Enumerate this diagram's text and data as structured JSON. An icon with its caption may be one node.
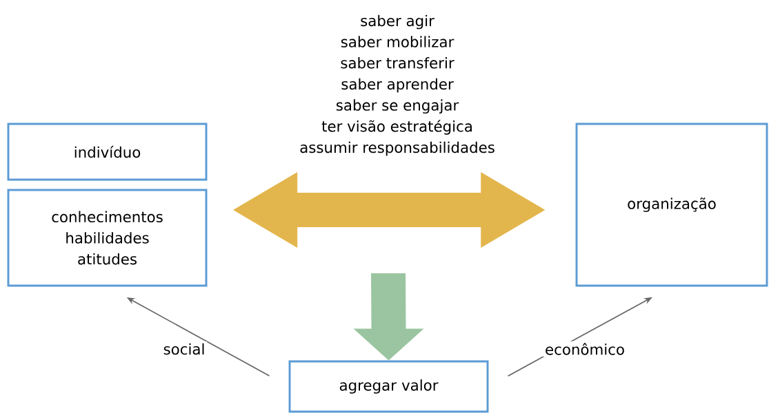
{
  "diagram": {
    "nodes": [
      {
        "text": [
          "indivíduo"
        ]
      },
      {
        "text": [
          "conhecimentos habilidades atitudes"
        ]
      },
      {
        "text": [
          "organização"
        ]
      },
      {
        "text": [
          "agregar valor"
        ]
      }
    ],
    "edges": [
      {
        "from": 1,
        "to": 2,
        "arrow": "both",
        "style": "thick",
        "color": "#e3b64d"
      },
      {
        "from": null,
        "to": 3,
        "arrow": "to",
        "style": "thick",
        "color": "#9ac5a0"
      },
      {
        "from": 3,
        "to": 1,
        "arrow": "to",
        "label": "social"
      },
      {
        "from": 3,
        "to": 2,
        "arrow": "to",
        "label": "econômico"
      }
    ],
    "labels": [
      "saber agir",
      "saber mobilizar",
      "saber transferir",
      "saber aprender",
      "saber se engajar",
      "ter visão estratégica",
      "assumir responsabilidades"
    ]
  }
}
